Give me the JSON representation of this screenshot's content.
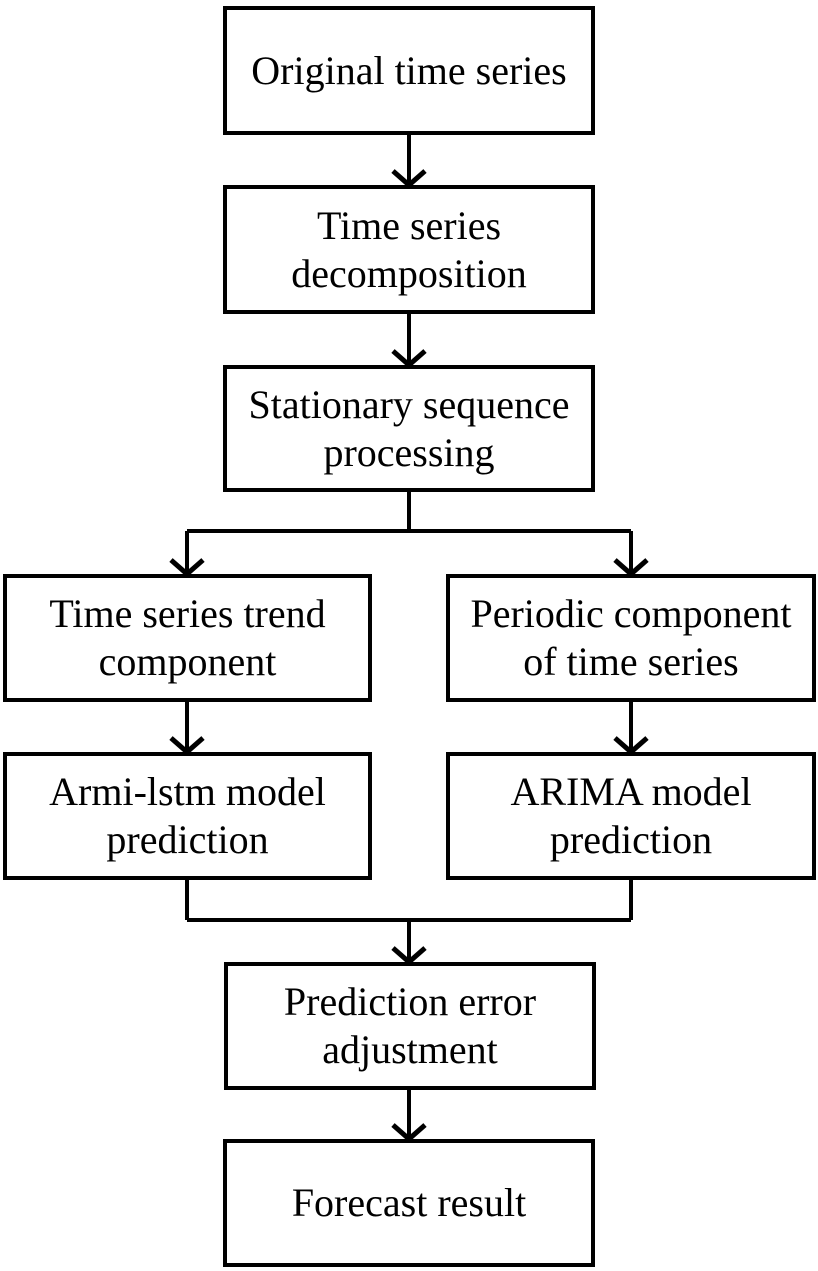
{
  "diagram": {
    "type": "flowchart",
    "stroke_color": "#000000",
    "box_fill": "#ffffff",
    "text_color": "#000000",
    "background": "#ffffff",
    "nodes": [
      {
        "id": "original",
        "label": "Original time series"
      },
      {
        "id": "decomposition",
        "label": "Time series\ndecomposition"
      },
      {
        "id": "stationary",
        "label": "Stationary sequence\nprocessing"
      },
      {
        "id": "trend",
        "label": "Time series trend\ncomponent"
      },
      {
        "id": "periodic",
        "label": "Periodic component\nof time series"
      },
      {
        "id": "armi_lstm",
        "label": "Armi-lstm model\nprediction"
      },
      {
        "id": "arima",
        "label": "ARIMA model\nprediction"
      },
      {
        "id": "error_adjust",
        "label": "Prediction error\nadjustment"
      },
      {
        "id": "forecast",
        "label": "Forecast result"
      }
    ],
    "edges": [
      {
        "from": "original",
        "to": "decomposition"
      },
      {
        "from": "decomposition",
        "to": "stationary"
      },
      {
        "from": "stationary",
        "to": "trend"
      },
      {
        "from": "stationary",
        "to": "periodic"
      },
      {
        "from": "trend",
        "to": "armi_lstm"
      },
      {
        "from": "periodic",
        "to": "arima"
      },
      {
        "from": "armi_lstm",
        "to": "error_adjust"
      },
      {
        "from": "arima",
        "to": "error_adjust"
      },
      {
        "from": "error_adjust",
        "to": "forecast"
      }
    ]
  }
}
